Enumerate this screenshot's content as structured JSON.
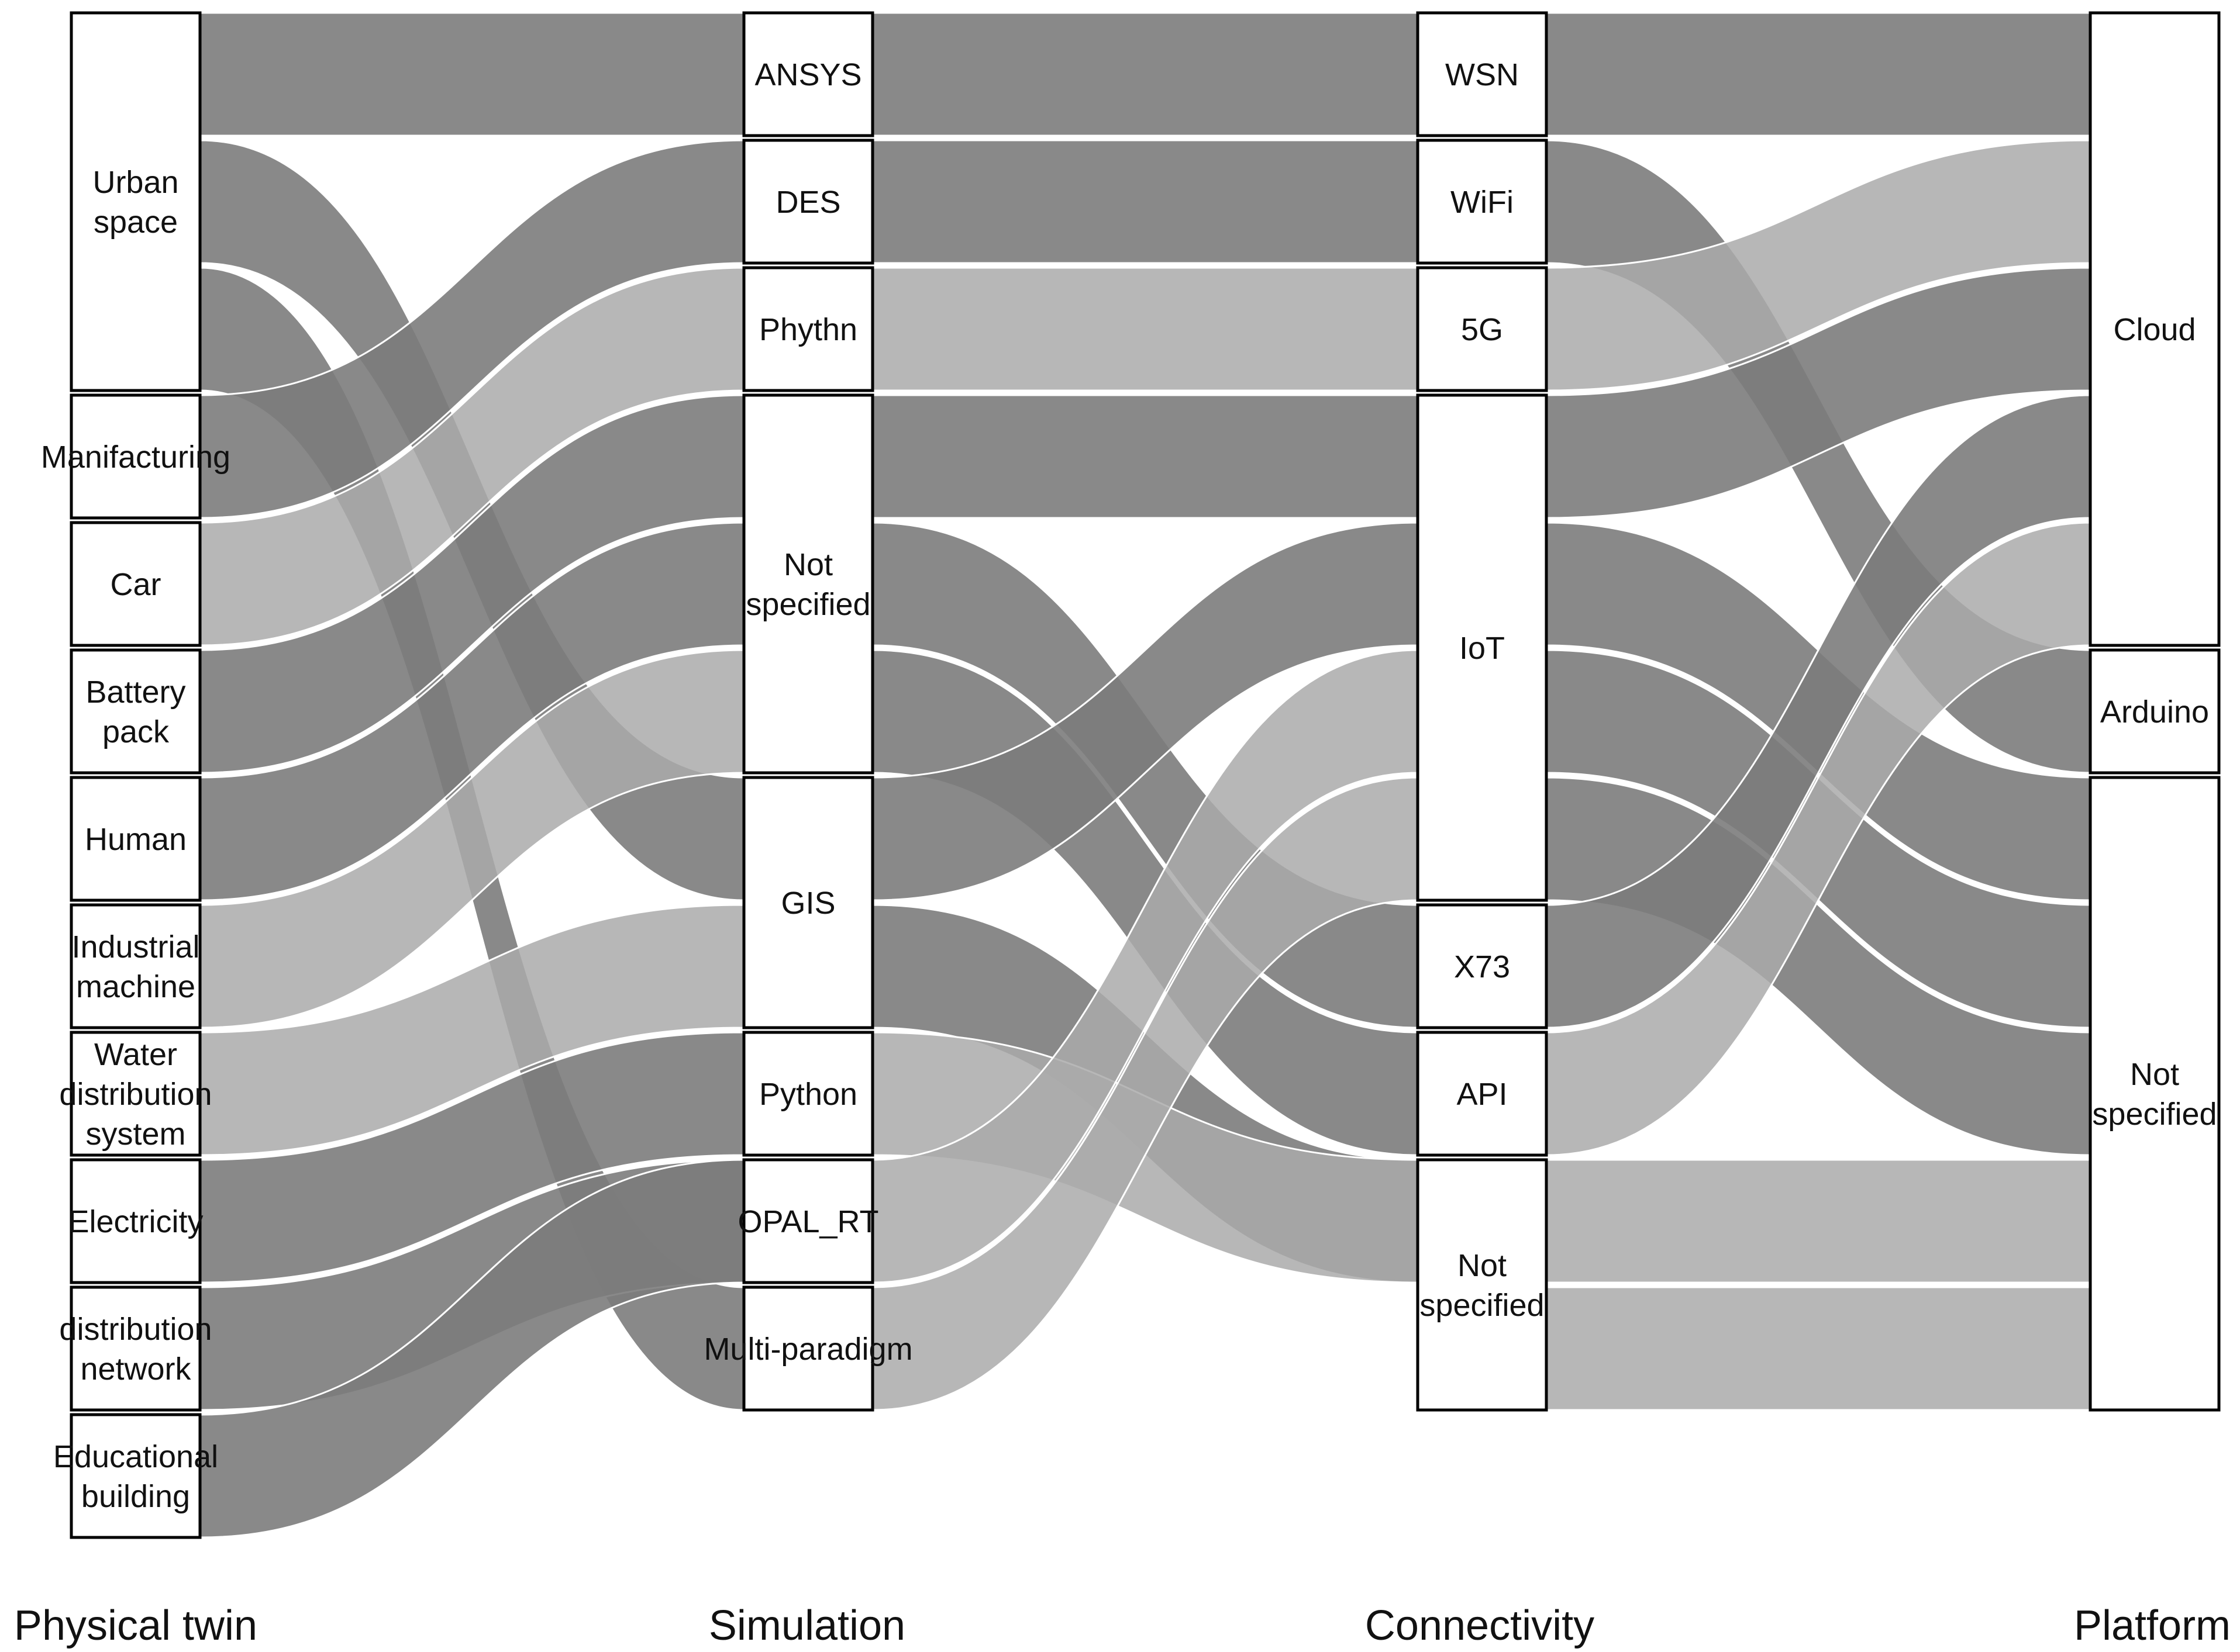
{
  "diagram": {
    "type": "alluvial",
    "colors": {
      "dark": "#7c7c7c",
      "light": "#aaaaaa",
      "node_fill": "#ffffff",
      "node_stroke": "#000000"
    },
    "stages": [
      {
        "id": "physical",
        "title": "Physical twin"
      },
      {
        "id": "simulation",
        "title": "Simulation"
      },
      {
        "id": "connectivity",
        "title": "Connectivity"
      },
      {
        "id": "platform",
        "title": "Platform"
      }
    ],
    "nodes": {
      "physical": [
        {
          "id": "urban",
          "label": [
            "Urban",
            "space"
          ],
          "value": 3
        },
        {
          "id": "manufacturing",
          "label": [
            "Manifacturing"
          ],
          "value": 1
        },
        {
          "id": "car",
          "label": [
            "Car"
          ],
          "value": 1
        },
        {
          "id": "battery",
          "label": [
            "Battery",
            "pack"
          ],
          "value": 1
        },
        {
          "id": "human",
          "label": [
            "Human"
          ],
          "value": 1
        },
        {
          "id": "industrial",
          "label": [
            "Industrial",
            "machine"
          ],
          "value": 1
        },
        {
          "id": "water",
          "label": [
            "Water",
            "distribution",
            "system"
          ],
          "value": 1
        },
        {
          "id": "electricity",
          "label": [
            "Electricity"
          ],
          "value": 1
        },
        {
          "id": "distribution",
          "label": [
            "distribution",
            "network"
          ],
          "value": 1
        },
        {
          "id": "educational",
          "label": [
            "Educational",
            "building"
          ],
          "value": 1
        }
      ],
      "simulation": [
        {
          "id": "ansys",
          "label": [
            "ANSYS"
          ],
          "value": 1
        },
        {
          "id": "des",
          "label": [
            "DES"
          ],
          "value": 1
        },
        {
          "id": "phythn",
          "label": [
            "Phythn"
          ],
          "value": 1
        },
        {
          "id": "sim_ns",
          "label": [
            "Not",
            "specified"
          ],
          "value": 3
        },
        {
          "id": "gis",
          "label": [
            "GIS"
          ],
          "value": 2
        },
        {
          "id": "python",
          "label": [
            "Python"
          ],
          "value": 1
        },
        {
          "id": "opal",
          "label": [
            "OPAL_RT"
          ],
          "value": 1
        },
        {
          "id": "multi",
          "label": [
            "Multi-paradigm"
          ],
          "value": 1
        }
      ],
      "connectivity": [
        {
          "id": "wsn",
          "label": [
            "WSN"
          ],
          "value": 1
        },
        {
          "id": "wifi",
          "label": [
            "WiFi"
          ],
          "value": 1
        },
        {
          "id": "g5",
          "label": [
            "5G"
          ],
          "value": 1
        },
        {
          "id": "iot",
          "label": [
            "IoT"
          ],
          "value": 4
        },
        {
          "id": "x73",
          "label": [
            "X73"
          ],
          "value": 1
        },
        {
          "id": "api",
          "label": [
            "API"
          ],
          "value": 1
        },
        {
          "id": "con_ns",
          "label": [
            "Not",
            "specified"
          ],
          "value": 2
        }
      ],
      "platform": [
        {
          "id": "cloud",
          "label": [
            "Cloud"
          ],
          "value": 5
        },
        {
          "id": "arduino",
          "label": [
            "Arduino"
          ],
          "value": 1
        },
        {
          "id": "plat_ns",
          "label": [
            "Not",
            "specified"
          ],
          "value": 5
        }
      ]
    },
    "flows": [
      {
        "from": "urban",
        "to": "ansys",
        "shade": "dark"
      },
      {
        "from": "urban",
        "to": "gis",
        "shade": "dark"
      },
      {
        "from": "urban",
        "to": "multi",
        "shade": "dark"
      },
      {
        "from": "manufacturing",
        "to": "des",
        "shade": "dark"
      },
      {
        "from": "car",
        "to": "phythn",
        "shade": "light"
      },
      {
        "from": "battery",
        "to": "sim_ns",
        "shade": "dark"
      },
      {
        "from": "human",
        "to": "sim_ns",
        "shade": "dark"
      },
      {
        "from": "industrial",
        "to": "sim_ns",
        "shade": "light"
      },
      {
        "from": "water",
        "to": "gis",
        "shade": "light"
      },
      {
        "from": "electricity",
        "to": "python",
        "shade": "dark"
      },
      {
        "from": "distribution",
        "to": "opal",
        "shade": "dark"
      },
      {
        "from": "educational",
        "to": "python",
        "shade": "dark"
      },
      {
        "from": "ansys",
        "to": "wsn",
        "shade": "dark"
      },
      {
        "from": "des",
        "to": "wifi",
        "shade": "dark"
      },
      {
        "from": "phythn",
        "to": "g5",
        "shade": "light"
      },
      {
        "from": "sim_ns",
        "to": "iot",
        "shade": "dark"
      },
      {
        "from": "sim_ns",
        "to": "x73",
        "shade": "dark"
      },
      {
        "from": "sim_ns",
        "to": "api",
        "shade": "dark"
      },
      {
        "from": "gis",
        "to": "iot",
        "shade": "dark"
      },
      {
        "from": "gis",
        "to": "api",
        "shade": "dark"
      },
      {
        "from": "python",
        "to": "con_ns",
        "shade": "light"
      },
      {
        "from": "opal",
        "to": "iot",
        "shade": "light"
      },
      {
        "from": "multi",
        "to": "iot",
        "shade": "light"
      },
      {
        "from": "wsn",
        "to": "cloud",
        "shade": "dark"
      },
      {
        "from": "wifi",
        "to": "arduino",
        "shade": "dark"
      },
      {
        "from": "g5",
        "to": "cloud",
        "shade": "light"
      },
      {
        "from": "iot",
        "to": "cloud",
        "shade": "dark"
      },
      {
        "from": "iot",
        "to": "plat_ns",
        "shade": "dark"
      },
      {
        "from": "iot",
        "to": "plat_ns",
        "shade": "dark"
      },
      {
        "from": "iot",
        "to": "plat_ns",
        "shade": "dark"
      },
      {
        "from": "x73",
        "to": "cloud",
        "shade": "dark"
      },
      {
        "from": "api",
        "to": "cloud",
        "shade": "light"
      },
      {
        "from": "con_ns",
        "to": "plat_ns",
        "shade": "light"
      },
      {
        "from": "con_ns",
        "to": "plat_ns",
        "shade": "light"
      }
    ]
  }
}
